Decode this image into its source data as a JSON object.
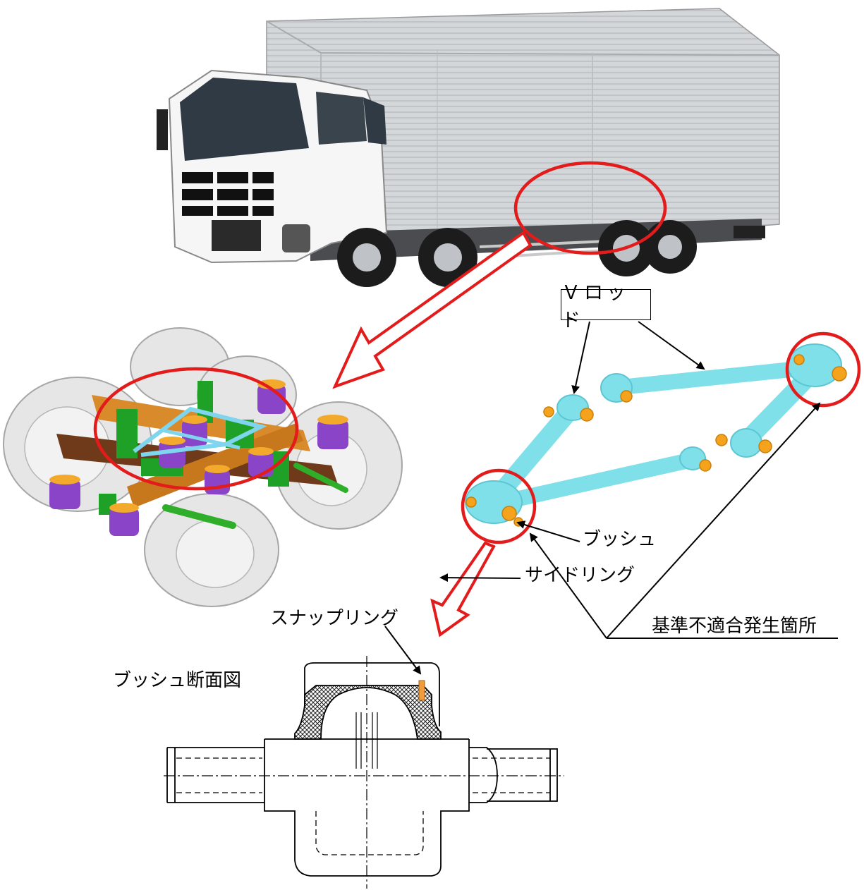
{
  "labels": {
    "v_rod": "Ｖロッド",
    "bush": "ブッシュ",
    "nonconformity_location": "基準不適合発生箇所",
    "snap_ring": "スナップリング",
    "bush_cross_section": "ブッシュ断面図",
    "side_ring": "サイドリング"
  },
  "colors": {
    "highlight": "#e31b1b",
    "rod": "#7fe0ea",
    "bush_pin": "#f5a21c",
    "cab": "#f7f7f7",
    "box": "#cfd2d5"
  }
}
